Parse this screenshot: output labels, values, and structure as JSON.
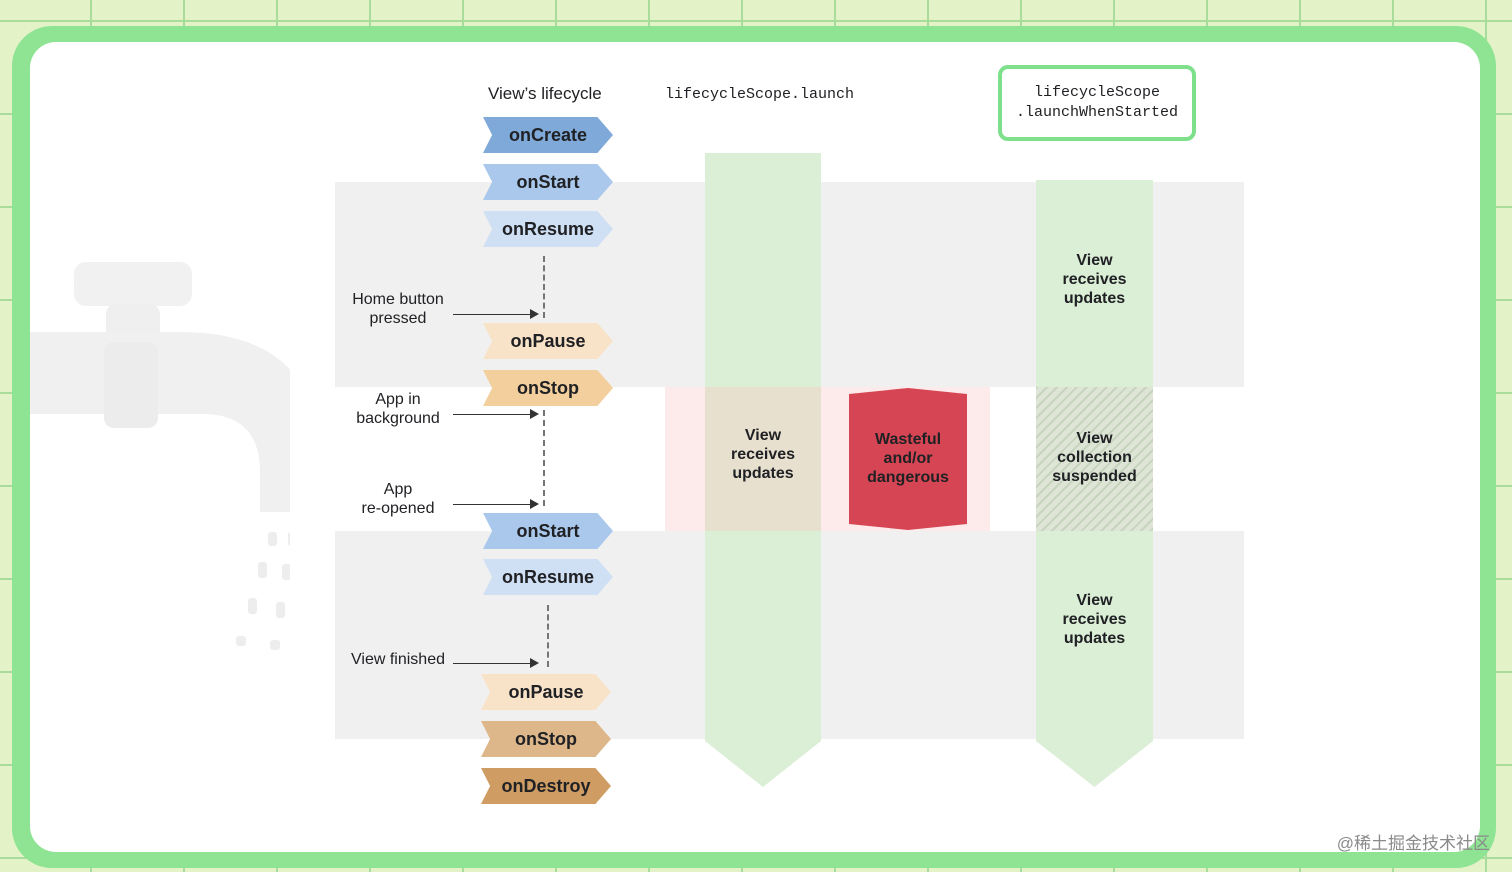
{
  "headers": {
    "lifecycle": "View’s lifecycle",
    "launch": "lifecycleScope.launch",
    "started_line1": "lifecycleScope",
    "started_line2": ".launchWhenStarted"
  },
  "lifecycle_steps": [
    "onCreate",
    "onStart",
    "onResume",
    "onPause",
    "onStop",
    "onStart",
    "onResume",
    "onPause",
    "onStop",
    "onDestroy"
  ],
  "events": {
    "home_line1": "Home button",
    "home_line2": "pressed",
    "background_line1": "App in",
    "background_line2": "background",
    "reopened_line1": "App",
    "reopened_line2": "re-opened",
    "finished": "View finished"
  },
  "launch_column": {
    "line1": "View",
    "line2": "receives",
    "line3": "updates"
  },
  "warning": {
    "line1": "Wasteful",
    "line2": "and/or",
    "line3": "dangerous",
    "color": "#d64553"
  },
  "started_column": {
    "top_line1": "View",
    "top_line2": "receives",
    "top_line3": "updates",
    "mid_line1": "View",
    "mid_line2": "collection",
    "mid_line3": "suspended",
    "bottom_line1": "View",
    "bottom_line2": "receives",
    "bottom_line3": "updates"
  },
  "colors": {
    "frame": "#8ee493",
    "grid_background": "#e4f2c8",
    "active_green": "#dbeed6",
    "background_band": "#f0f0f0",
    "paused_band": "#fdebec",
    "created_chevron": "#7ea9d9",
    "started_chevron": "#a9c8eb",
    "resumed_chevron": "#cfe0f4",
    "paused_chevron": "#f8e2c8",
    "stopped_chevron": "#f2cf9c",
    "destroyed_chevron": "#cf9d63"
  },
  "watermark": "@稀土掘金技术社区"
}
